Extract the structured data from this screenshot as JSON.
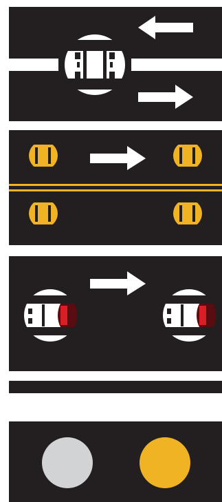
{
  "colors": {
    "panel_bg": "#231f20",
    "marking_white": "#ffffff",
    "marking_yellow": "#f0b323",
    "brake_red": "#d81f26",
    "brake_dark": "#5a0d10",
    "light_off": "#d1d3d4",
    "light_amber": "#f0b323"
  },
  "icons": [
    "two-way-traffic-diagram",
    "passing-lane-diagram",
    "braking-vehicles-diagram",
    "divider-bar",
    "traffic-signal-lights"
  ]
}
